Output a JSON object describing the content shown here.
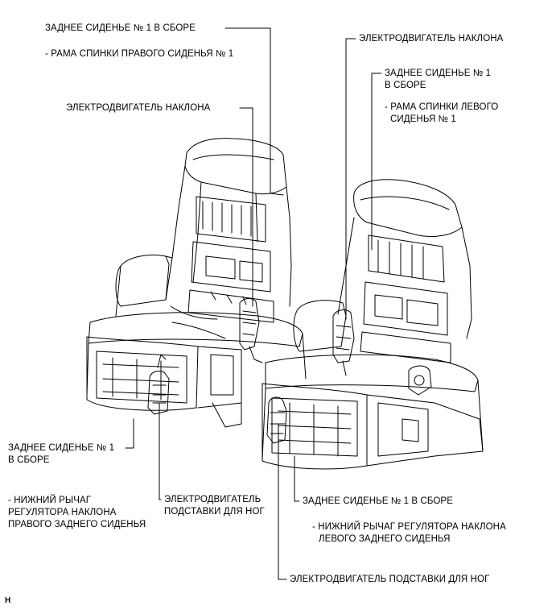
{
  "labels": {
    "rear_seat_assembly_top": "ЗАДНЕЕ СИДЕНЬЕ № 1 В СБОРЕ",
    "right_seatback_frame": "- РАМА СПИНКИ ПРАВОГО СИДЕНЬЯ № 1",
    "recline_motor_left": "ЭЛЕКТРОДВИГАТЕЛЬ НАКЛОНА",
    "recline_motor_right": "ЭЛЕКТРОДВИГАТЕЛЬ НАКЛОНА",
    "rear_seat_assembly_right_l1": "ЗАДНЕЕ СИДЕНЬЕ № 1",
    "rear_seat_assembly_right_l2": "В СБОРЕ",
    "left_seatback_frame_l1": "- РАМА СПИНКИ ЛЕВОГО",
    "left_seatback_frame_l2": "СИДЕНЬЯ № 1",
    "rear_seat_assembly_left_l1": "ЗАДНЕЕ СИДЕНЬЕ № 1",
    "rear_seat_assembly_left_l2": "В СБОРЕ",
    "lower_arm_right_l1": "- НИЖНИЙ РЫЧАГ",
    "lower_arm_right_l2": "РЕГУЛЯТОРА НАКЛОНА",
    "lower_arm_right_l3": "ПРАВОГО ЗАДНЕГО СИДЕНЬЯ",
    "ottoman_motor_left_l1": "ЭЛЕКТРОДВИГАТЕЛЬ",
    "ottoman_motor_left_l2": "ПОДСТАВКИ ДЛЯ НОГ",
    "rear_seat_assembly_bottom": "ЗАДНЕЕ СИДЕНЬЕ № 1 В СБОРЕ",
    "lower_arm_left_l1": "- НИЖНИЙ РЫЧАГ РЕГУЛЯТОРА НАКЛОНА",
    "lower_arm_left_l2": "ЛЕВОГО ЗАДНЕГО СИДЕНЬЯ",
    "ottoman_motor_bottom": "ЭЛЕКТРОДВИГАТЕЛЬ ПОДСТАВКИ ДЛЯ НОГ"
  },
  "corner_mark": "H"
}
